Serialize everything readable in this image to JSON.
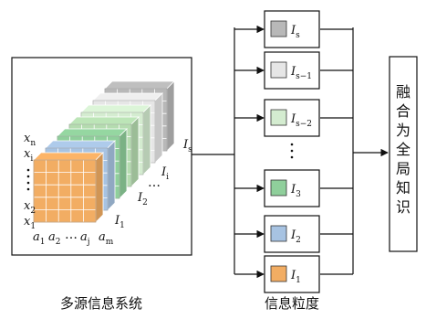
{
  "caption_left": "多源信息系统",
  "caption_mid": "信息粒度",
  "fusion_label": "融合为全局知识",
  "colors": {
    "orange": "#f2ad63",
    "blue": "#a7c3e2",
    "green1": "#8fcf9b",
    "green2": "#b5dcb0",
    "green3": "#d4ecd0",
    "gray_light": "#e6e6e6",
    "gray": "#b8b8b8"
  },
  "row_labels": {
    "xn": {
      "base": "x",
      "sub": "n"
    },
    "xi": {
      "base": "x",
      "sub": "i"
    },
    "x2": {
      "base": "x",
      "sub": "2"
    },
    "x1": {
      "base": "x",
      "sub": "1"
    }
  },
  "col_labels": {
    "a1": {
      "base": "a",
      "sub": "1"
    },
    "a2": {
      "base": "a",
      "sub": "2"
    },
    "aj": {
      "base": "a",
      "sub": "j"
    },
    "am": {
      "base": "a",
      "sub": "m"
    }
  },
  "cube_labels": {
    "I1": {
      "base": "I",
      "sub": "1"
    },
    "I2": {
      "base": "I",
      "sub": "2"
    },
    "Ii": {
      "base": "I",
      "sub": "i"
    },
    "Is": {
      "base": "I",
      "sub": "s"
    }
  },
  "granules": [
    {
      "base": "I",
      "sub": "s",
      "color": "gray"
    },
    {
      "base": "I",
      "sub": "s−1",
      "color": "gray_light"
    },
    {
      "base": "I",
      "sub": "s−2",
      "color": "green3"
    },
    {
      "base": "I",
      "sub": "3",
      "color": "green1"
    },
    {
      "base": "I",
      "sub": "2",
      "color": "blue"
    },
    {
      "base": "I",
      "sub": "1",
      "color": "orange"
    }
  ]
}
